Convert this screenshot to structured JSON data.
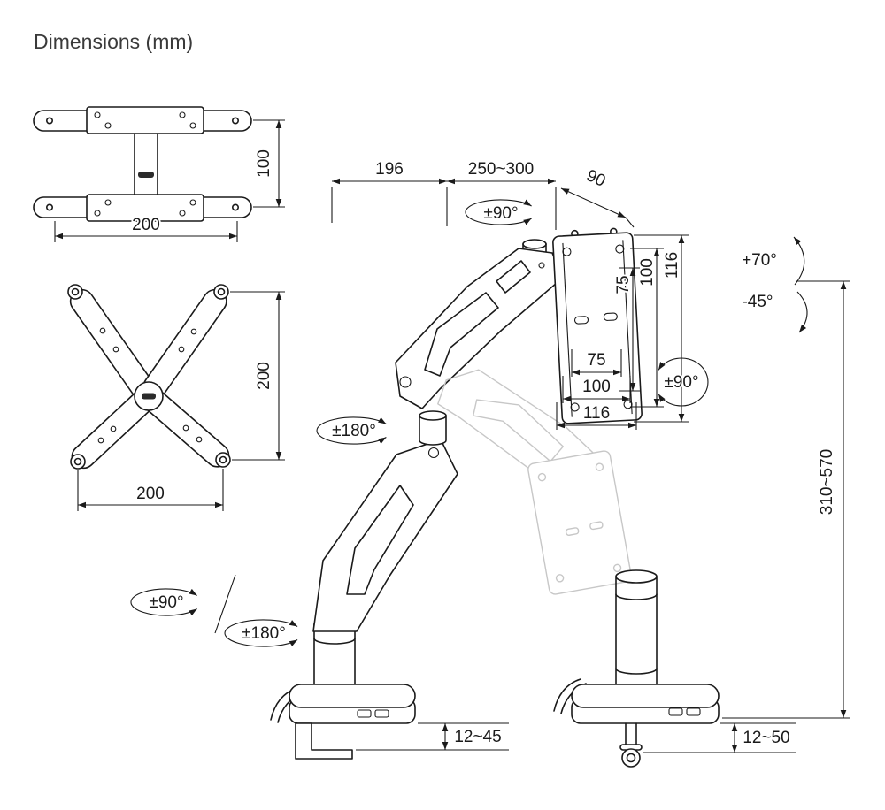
{
  "title": "Dimensions (mm)",
  "colors": {
    "line": "#1a1a1a",
    "ghost": "#c7c7c7",
    "background": "#ffffff"
  },
  "plate_top_view": {
    "height": "100",
    "width": "200"
  },
  "plate_x_view": {
    "height": "200",
    "width": "200"
  },
  "arm": {
    "rear_reach": "196",
    "extension": "250~300",
    "head_depth": "90",
    "head_swivel": "±90°",
    "tilt_up": "+70°",
    "tilt_down": "-45°",
    "vesa_rotation": "±90°",
    "elbow_rotation": "±180°",
    "base_swivel": "±90°",
    "base_rotation": "±180°",
    "clamp_range": "12~45",
    "grommet_range": "12~50",
    "height_range": "310~570"
  },
  "vesa": {
    "vertical": {
      "v75": "75",
      "v100": "100",
      "v116": "116"
    },
    "horizontal": {
      "h75": "75",
      "h100": "100",
      "h116": "116"
    }
  }
}
